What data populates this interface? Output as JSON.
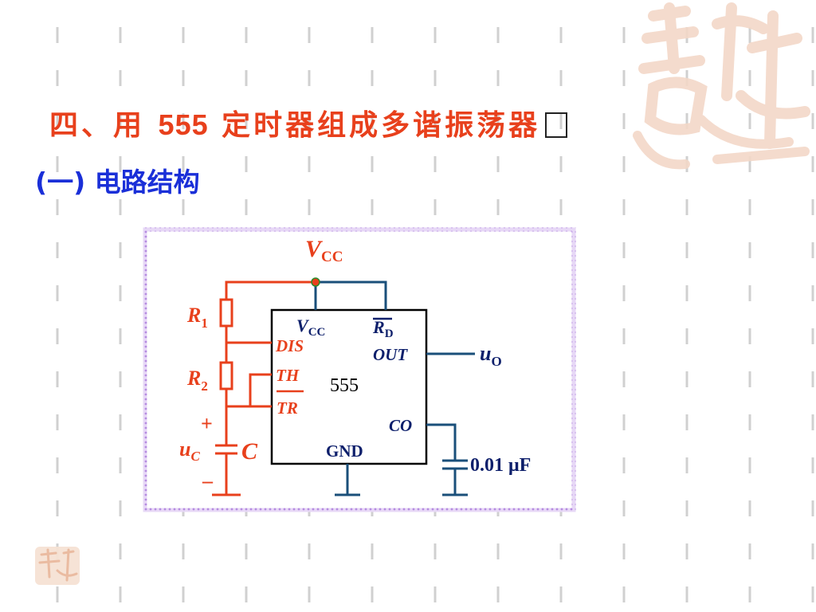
{
  "slide": {
    "title_prefix": "四、用 ",
    "title_number": "555",
    "title_suffix": " 定时器组成多谐振荡器",
    "subtitle": "(一) 电路结构"
  },
  "circuit": {
    "vcc_supply": {
      "main": "V",
      "sub": "CC"
    },
    "r1": {
      "main": "R",
      "sub": "1"
    },
    "r2": {
      "main": "R",
      "sub": "2"
    },
    "capacitor": "C",
    "uc": {
      "main": "u",
      "sub": "C"
    },
    "plus": "+",
    "minus": "–",
    "chip_name": "555",
    "pins": {
      "vcc": {
        "main": "V",
        "sub": "CC"
      },
      "rd": {
        "main": "R",
        "sub": "D"
      },
      "dis": "DIS",
      "out": "OUT",
      "th": "TH",
      "tr": "TR",
      "co": "CO",
      "gnd": "GND"
    },
    "output": {
      "main": "u",
      "sub": "O"
    },
    "co_capacitor_value": "0.01 μF"
  },
  "colors": {
    "title": "#e8401c",
    "subtitle": "#1a2fd8",
    "wire_orange": "#e8401c",
    "wire_blue": "#1a4f7a",
    "label_orange": "#e8401c",
    "label_navy": "#0d1f6b",
    "frame": "#c9a8e8",
    "dashes": "#d0d0d0",
    "watermark": "#f3d8c8"
  }
}
